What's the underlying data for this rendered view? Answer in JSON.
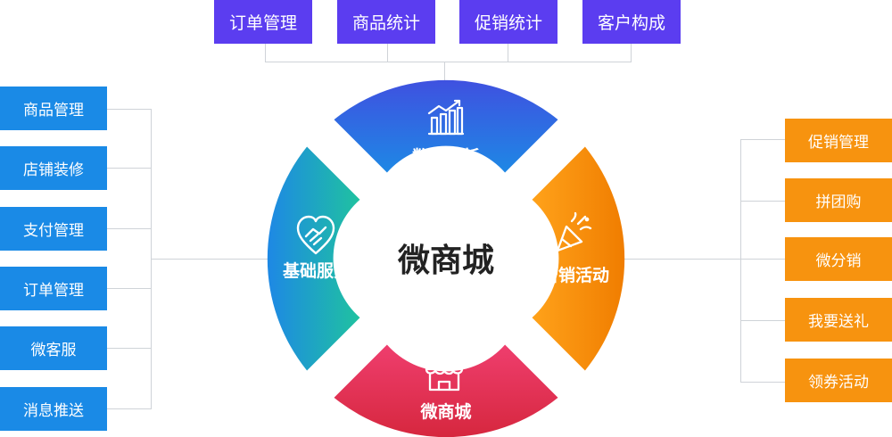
{
  "center": {
    "title": "微商城"
  },
  "segments": {
    "top": {
      "label": "数据分析",
      "icon": "bar-chart-icon",
      "color_start": "#3f51e0",
      "color_end": "#1e88e5"
    },
    "left": {
      "label": "基础服务",
      "icon": "handshake-heart-icon",
      "color_start": "#1e88e5",
      "color_end": "#1fc2a0"
    },
    "right": {
      "label": "营销活动",
      "icon": "party-popper-icon",
      "color_start": "#ffa21a",
      "color_end": "#f07d00"
    },
    "bottom": {
      "label": "微商城",
      "icon": "storefront-icon",
      "color_start": "#ef3e6e",
      "color_end": "#d6273e"
    }
  },
  "top_items": [
    "订单管理",
    "商品统计",
    "促销统计",
    "客户构成"
  ],
  "left_items": [
    "商品管理",
    "店铺装修",
    "支付管理",
    "订单管理",
    "微客服",
    "消息推送"
  ],
  "right_items": [
    "促销管理",
    "拼团购",
    "微分销",
    "我要送礼",
    "领券活动"
  ],
  "colors": {
    "top_box": "#5b3df0",
    "left_box": "#1a8ae6",
    "right_box": "#f7930f",
    "connector": "#cfd3d8"
  }
}
